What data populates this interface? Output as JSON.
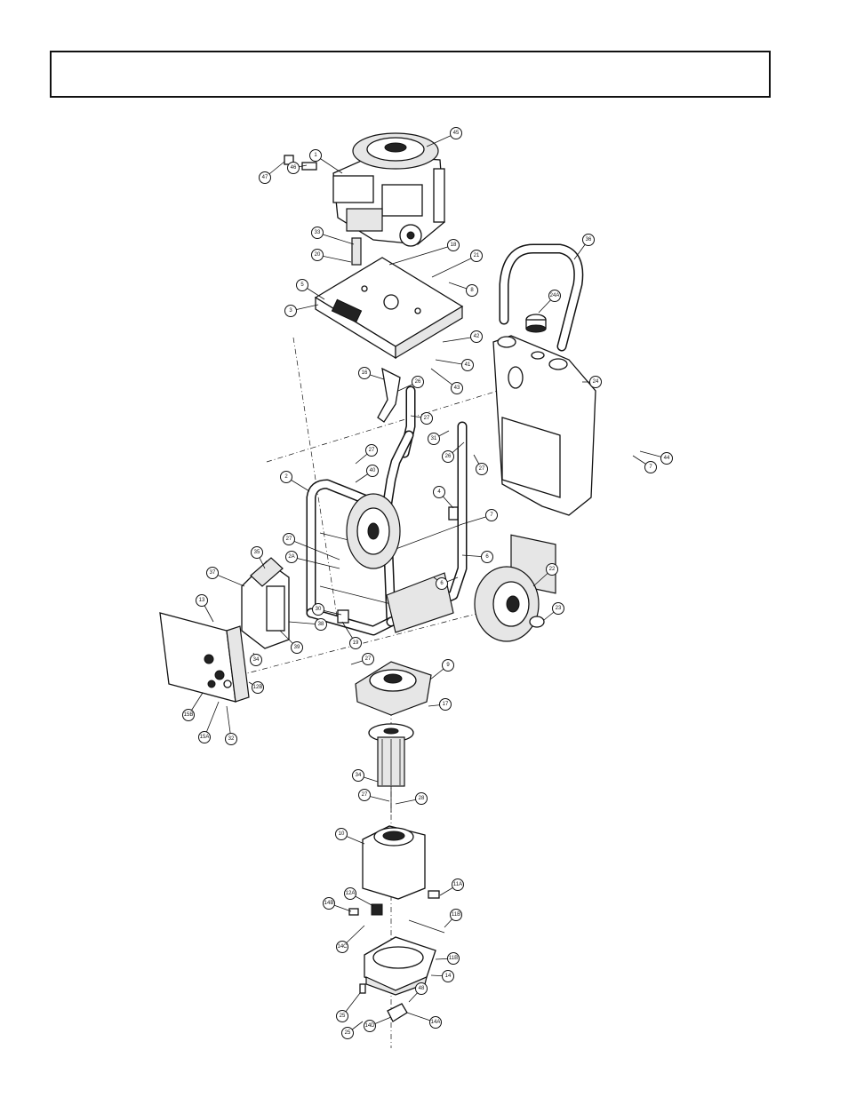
{
  "header": {
    "title": ""
  },
  "callouts": [
    {
      "label": "1"
    },
    {
      "label": "46"
    },
    {
      "label": "47"
    },
    {
      "label": "45"
    },
    {
      "label": "33"
    },
    {
      "label": "20"
    },
    {
      "label": "18"
    },
    {
      "label": "21"
    },
    {
      "label": "5"
    },
    {
      "label": "8"
    },
    {
      "label": "3"
    },
    {
      "label": "42"
    },
    {
      "label": "41"
    },
    {
      "label": "43"
    },
    {
      "label": "16"
    },
    {
      "label": "26"
    },
    {
      "label": "27"
    },
    {
      "label": "31"
    },
    {
      "label": "36"
    },
    {
      "label": "24A"
    },
    {
      "label": "24"
    },
    {
      "label": "26"
    },
    {
      "label": "27"
    },
    {
      "label": "44"
    },
    {
      "label": "7"
    },
    {
      "label": "27"
    },
    {
      "label": "40"
    },
    {
      "label": "2"
    },
    {
      "label": "4"
    },
    {
      "label": "7"
    },
    {
      "label": "6"
    },
    {
      "label": "27"
    },
    {
      "label": "2A"
    },
    {
      "label": "6"
    },
    {
      "label": "22"
    },
    {
      "label": "23"
    },
    {
      "label": "35"
    },
    {
      "label": "37"
    },
    {
      "label": "13"
    },
    {
      "label": "38"
    },
    {
      "label": "39"
    },
    {
      "label": "30"
    },
    {
      "label": "19"
    },
    {
      "label": "9"
    },
    {
      "label": "27"
    },
    {
      "label": "17"
    },
    {
      "label": "34"
    },
    {
      "label": "12B"
    },
    {
      "label": "15B"
    },
    {
      "label": "15A"
    },
    {
      "label": "32"
    },
    {
      "label": "34"
    },
    {
      "label": "27"
    },
    {
      "label": "28"
    },
    {
      "label": "10"
    },
    {
      "label": "11A"
    },
    {
      "label": "12A"
    },
    {
      "label": "14B"
    },
    {
      "label": "11B"
    },
    {
      "label": "14C"
    },
    {
      "label": "11B"
    },
    {
      "label": "14"
    },
    {
      "label": "48"
    },
    {
      "label": "25"
    },
    {
      "label": "14D"
    },
    {
      "label": "14A"
    },
    {
      "label": "25"
    }
  ]
}
